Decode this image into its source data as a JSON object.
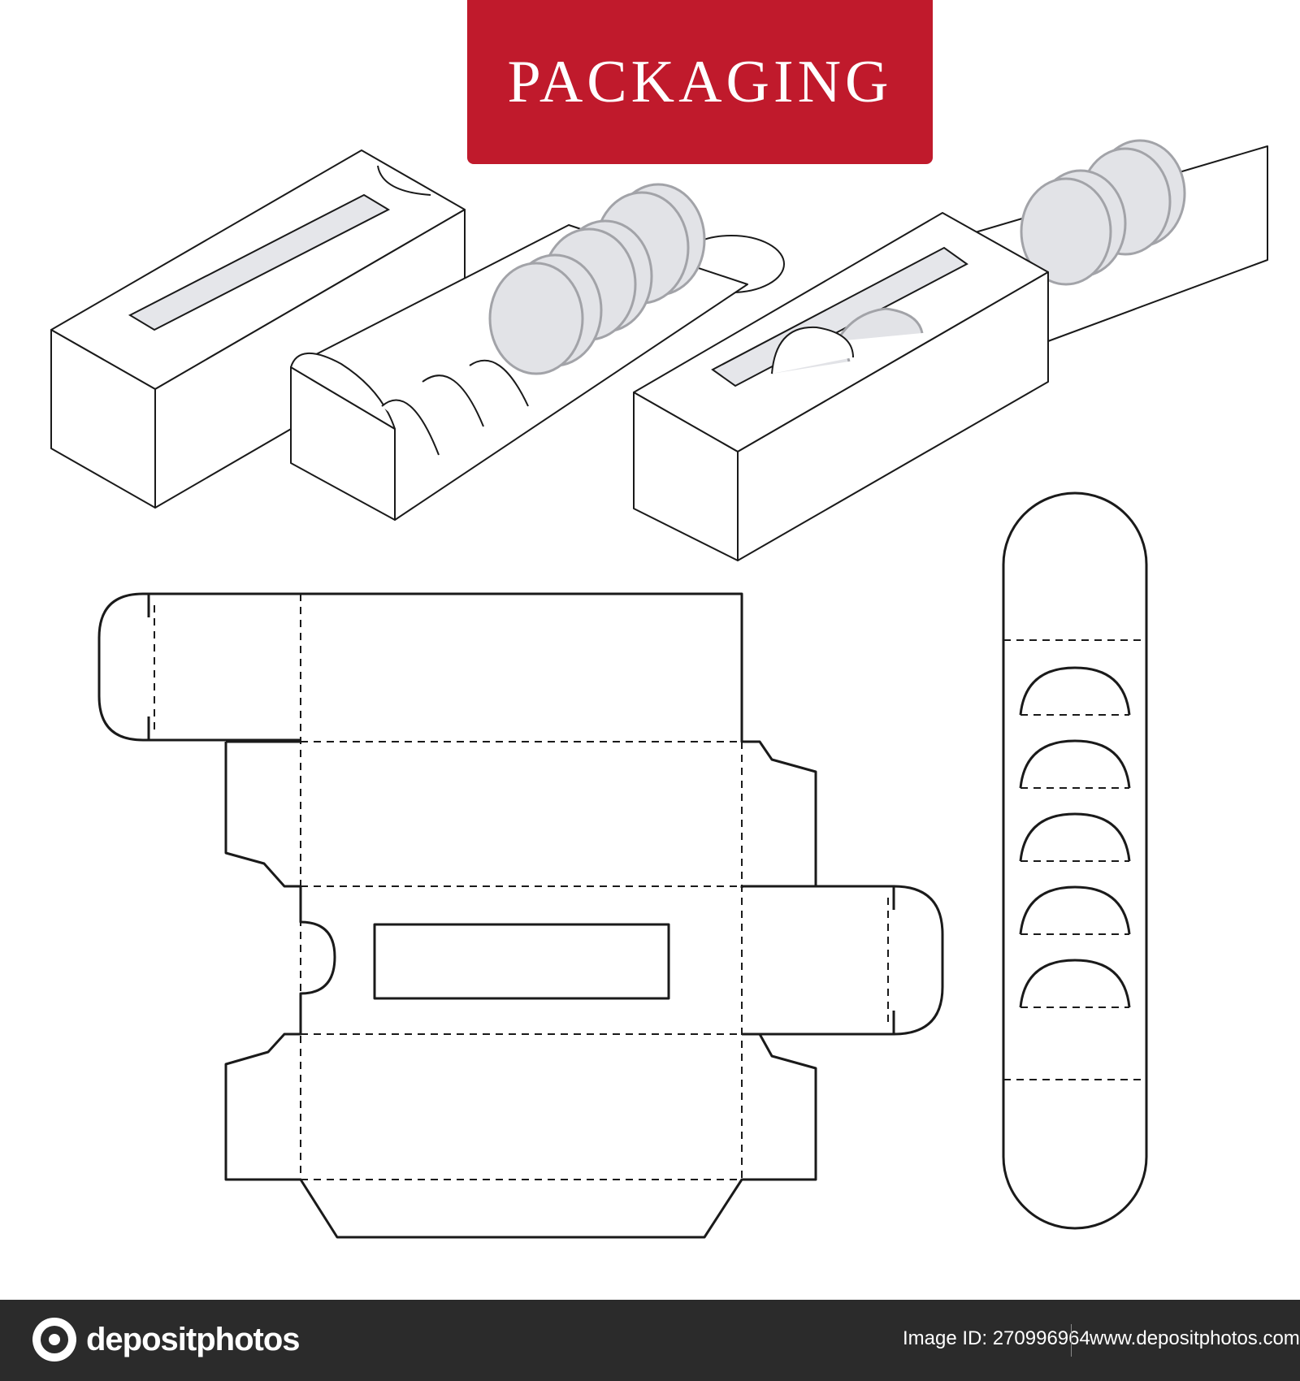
{
  "banner": {
    "title": "PACKAGING",
    "color": "#c01a2c"
  },
  "footer": {
    "logo_text": "depositphotos",
    "image_id": "Image ID: 270996964",
    "site_url": "www.depositphotos.com",
    "background": "#2b2b2b"
  },
  "icons": [
    "depositphotos-logo-icon"
  ]
}
